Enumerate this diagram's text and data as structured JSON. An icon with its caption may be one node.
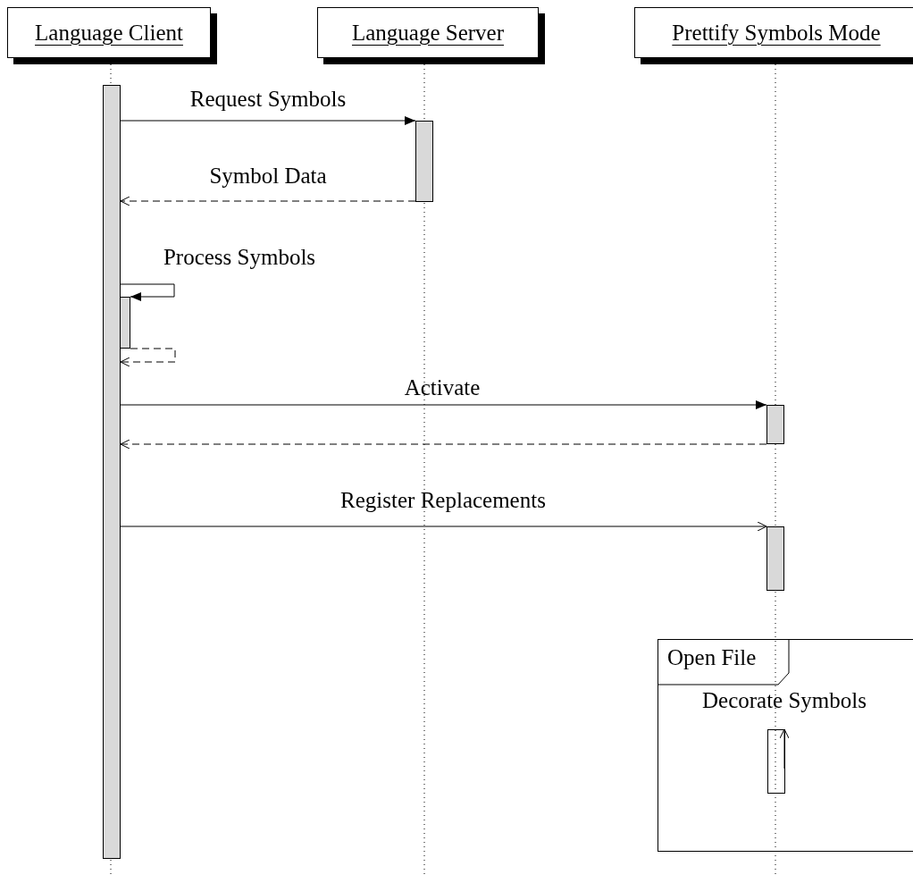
{
  "diagram": {
    "nodes": [
      {
        "text": [
          "Language Client"
        ]
      },
      {
        "text": [
          "Language Server"
        ]
      },
      {
        "text": [
          "Prettify Symbols Mode"
        ]
      },
      {
        "text": [],
        "shape": "bar"
      },
      {
        "text": [],
        "shape": "bar"
      },
      {
        "text": [],
        "shape": "bar"
      },
      {
        "text": [],
        "shape": "bar"
      },
      {
        "text": [],
        "shape": "bar"
      },
      {
        "text": [
          "Open File"
        ]
      },
      {
        "text": [],
        "shape": "bar",
        "in": 8
      }
    ],
    "edges": [
      {
        "from": 3,
        "to": 4,
        "arrow": "to",
        "label": "Request Symbols"
      },
      {
        "from": 4,
        "to": 3,
        "arrow": "to",
        "label": "Symbol Data",
        "style": "dashed"
      },
      {
        "from": 3,
        "to": 5,
        "arrow": "to",
        "label": "Process Symbols"
      },
      {
        "from": 5,
        "to": 3,
        "arrow": "to",
        "style": "dashed"
      },
      {
        "from": 3,
        "to": 6,
        "arrow": "to",
        "label": "Activate"
      },
      {
        "from": 6,
        "to": 3,
        "arrow": "to",
        "style": "dashed"
      },
      {
        "from": 3,
        "to": 7,
        "arrow": "to",
        "label": "Register Replacements"
      },
      {
        "from": 9,
        "to": 9,
        "arrow": "to",
        "label": "Decorate Symbols"
      }
    ]
  }
}
